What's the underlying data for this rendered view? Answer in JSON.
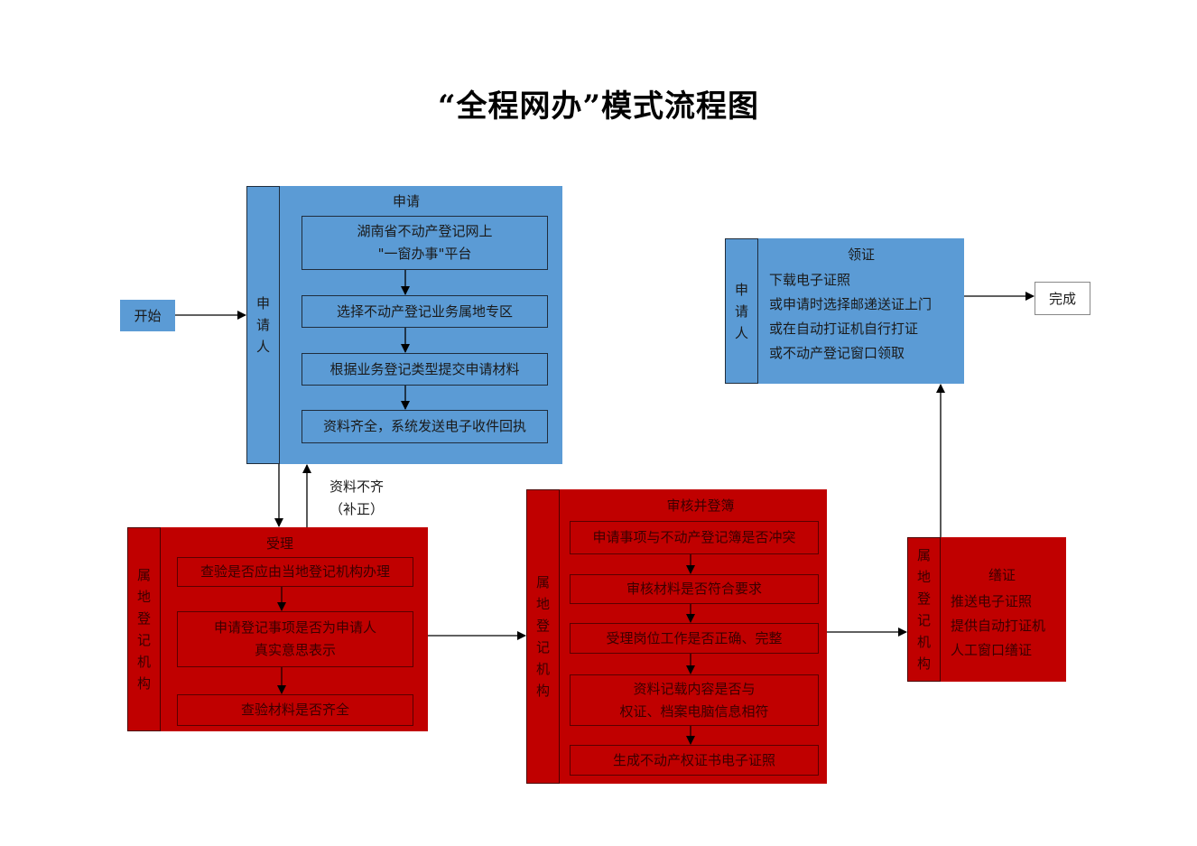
{
  "title": "“全程网办”模式流程图",
  "start": "开始",
  "finish": "完成",
  "colors": {
    "applicant": "#5b9bd5",
    "agency": "#c00000"
  },
  "apply": {
    "lane": [
      "申",
      "请",
      "人"
    ],
    "stage": "申请",
    "steps": [
      [
        "湖南省不动产登记网上",
        "\"一窗办事\"平台"
      ],
      [
        "选择不动产登记业务属地专区"
      ],
      [
        "根据业务登记类型提交申请材料"
      ],
      [
        "资料齐全，系统发送电子收件回执"
      ]
    ]
  },
  "return_note": [
    "资料不齐",
    "（补正）"
  ],
  "accept": {
    "lane": [
      "属",
      "地",
      "登",
      "记",
      "机",
      "构"
    ],
    "stage": "受理",
    "steps": [
      [
        "查验是否应由当地登记机构办理"
      ],
      [
        "申请登记事项是否为申请人",
        "真实意思表示"
      ],
      [
        "查验材料是否齐全"
      ]
    ]
  },
  "review": {
    "lane": [
      "属",
      "地",
      "登",
      "记",
      "机",
      "构"
    ],
    "stage": "审核并登簿",
    "steps": [
      [
        "申请事项与不动产登记簿是否冲突"
      ],
      [
        "审核材料是否符合要求"
      ],
      [
        "受理岗位工作是否正确、完整"
      ],
      [
        "资料记载内容是否与",
        "权证、档案电脑信息相符"
      ],
      [
        "生成不动产权证书电子证照"
      ]
    ]
  },
  "issue": {
    "lane": [
      "属",
      "地",
      "登",
      "记",
      "机",
      "构"
    ],
    "stage": "缮证",
    "lines": [
      "推送电子证照",
      "提供自动打证机",
      "人工窗口缮证"
    ]
  },
  "receive": {
    "lane": [
      "申",
      "请",
      "人"
    ],
    "stage": "领证",
    "lines": [
      "下载电子证照",
      "或申请时选择邮递送证上门",
      "或在自动打证机自行打证",
      "或不动产登记窗口领取"
    ]
  }
}
